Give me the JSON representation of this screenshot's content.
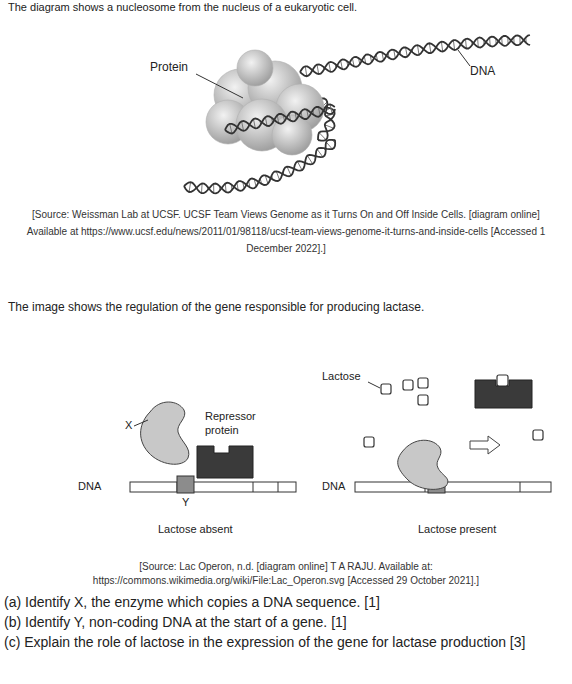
{
  "diagram": {
    "title": "The diagram shows a nucleosome from the nucleus of a eukaryotic cell.",
    "labels": [
      "Protein",
      "DNA",
      "[Source: Weissman Lab at UCSF. UCSF Team Views Genome as it Turns On and Off Inside Cells. [diagram online] Available at https://www.ucsf.edu/news/2011/01/98118/ucsf-team-views-genome-it-turns-and-inside-cells [Accessed 1 December 2022].]",
      "The image shows the regulation of the gene responsible for producing lactase.",
      "Lactose",
      "X",
      "Repressor protein",
      "DNA",
      "Y",
      "Lactose absent",
      "DNA",
      "Lactose present",
      "[Source: Lac Operon, n.d. [diagram online] T A RAJU. Available at: https://commons.wikimedia.org/wiki/File:Lac_Operon.svg [Accessed 29 October 2021].]",
      "(a) Identify X, the enzyme which copies a DNA sequence. [1]",
      "(b) Identify Y, non-coding DNA at the start of a gene. [1]",
      "(c) Explain the role of lactose in the expression of the gene for lactase production [3]"
    ]
  }
}
